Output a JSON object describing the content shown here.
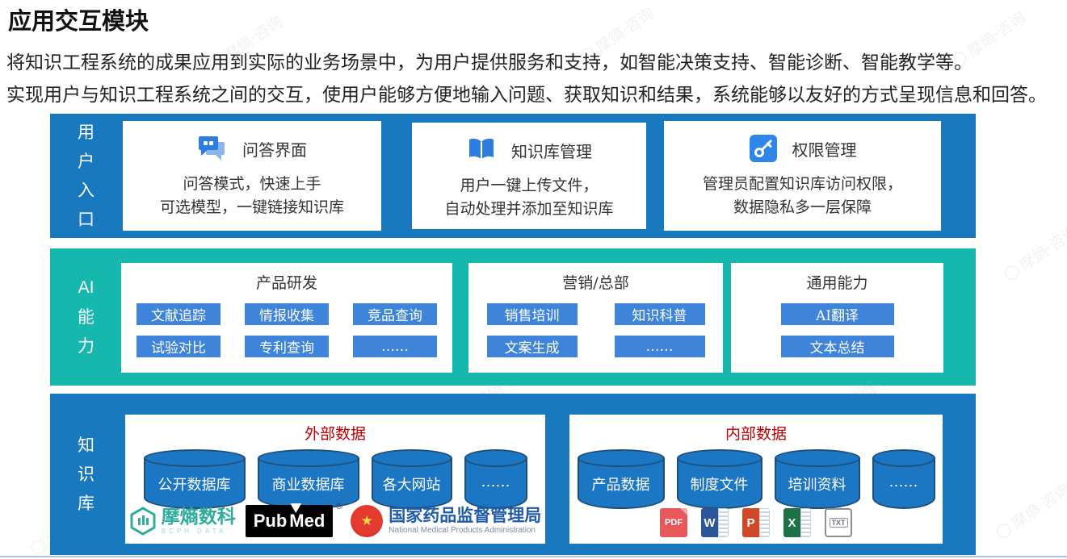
{
  "page": {
    "title": "应用交互模块",
    "description_lines": [
      "将知识工程系统的成果应用到实际的业务场景中，为用户提供服务和支持，如智能决策支持、智能诊断、智能教学等。",
      "实现用户与知识工程系统之间的交互，使用户能够方便地输入问题、获取知识和结果，系统能够以友好的方式呈现信息和回答。"
    ]
  },
  "colors": {
    "band_blue": "#1879be",
    "band_teal": "#16b8ad",
    "chip_blue": "#3d84da",
    "cylinder_blue": "#1b76c4",
    "cylinder_border": "#1f4e79",
    "section_title_red": "#c00000"
  },
  "bands": {
    "user_entry": {
      "label_chars": [
        "用",
        "户",
        "入",
        "口"
      ],
      "cards": [
        {
          "icon": "chat-bubbles-icon",
          "title": "问答界面",
          "lines": [
            "问答模式，快速上手",
            "可选模型，一键链接知识库"
          ]
        },
        {
          "icon": "open-book-icon",
          "title": "知识库管理",
          "lines": [
            "用户一键上传文件，",
            "自动处理并添加至知识库"
          ]
        },
        {
          "icon": "key-icon",
          "title": "权限管理",
          "lines": [
            "管理员配置知识库访问权限，",
            "数据隐私多一层保障"
          ]
        }
      ]
    },
    "ai_capability": {
      "label_lines": [
        "AI",
        "能",
        "力"
      ],
      "groups": [
        {
          "title": "产品研发",
          "chips": [
            [
              "文献追踪",
              "情报收集",
              "竞品查询"
            ],
            [
              "试验对比",
              "专利查询",
              "……"
            ]
          ]
        },
        {
          "title": "营销/总部",
          "chips": [
            [
              "销售培训",
              "知识科普"
            ],
            [
              "文案生成",
              "……"
            ]
          ]
        },
        {
          "title": "通用能力",
          "chips": [
            [
              "AI翻译"
            ],
            [
              "文本总结"
            ]
          ]
        }
      ]
    },
    "knowledge_base": {
      "label_chars": [
        "知",
        "识",
        "库"
      ],
      "sections": [
        {
          "title": "外部数据",
          "cylinders": [
            "公开数据库",
            "商业数据库",
            "各大网站",
            "……"
          ]
        },
        {
          "title": "内部数据",
          "cylinders": [
            "产品数据",
            "制度文件",
            "培训资料",
            "……"
          ],
          "file_types": [
            {
              "label": "PDF",
              "type": "pdf"
            },
            {
              "label": "W",
              "type": "word"
            },
            {
              "label": "P",
              "type": "ppt"
            },
            {
              "label": "X",
              "type": "excel"
            },
            {
              "label": "TXT",
              "type": "txt"
            }
          ]
        }
      ]
    }
  },
  "logos": {
    "mohuan": {
      "name": "摩熵数科",
      "subtext": "BCPH DATA"
    },
    "pubmed": {
      "text_pub": "Pub",
      "text_med": "Med",
      "reg": "®"
    },
    "nmpa": {
      "emblem": "national-emblem-icon",
      "star": "★",
      "cn": "国家药品监督管理局",
      "en": "National Medical Products Administration"
    }
  },
  "watermark": {
    "text": "摩熵·咨询"
  }
}
